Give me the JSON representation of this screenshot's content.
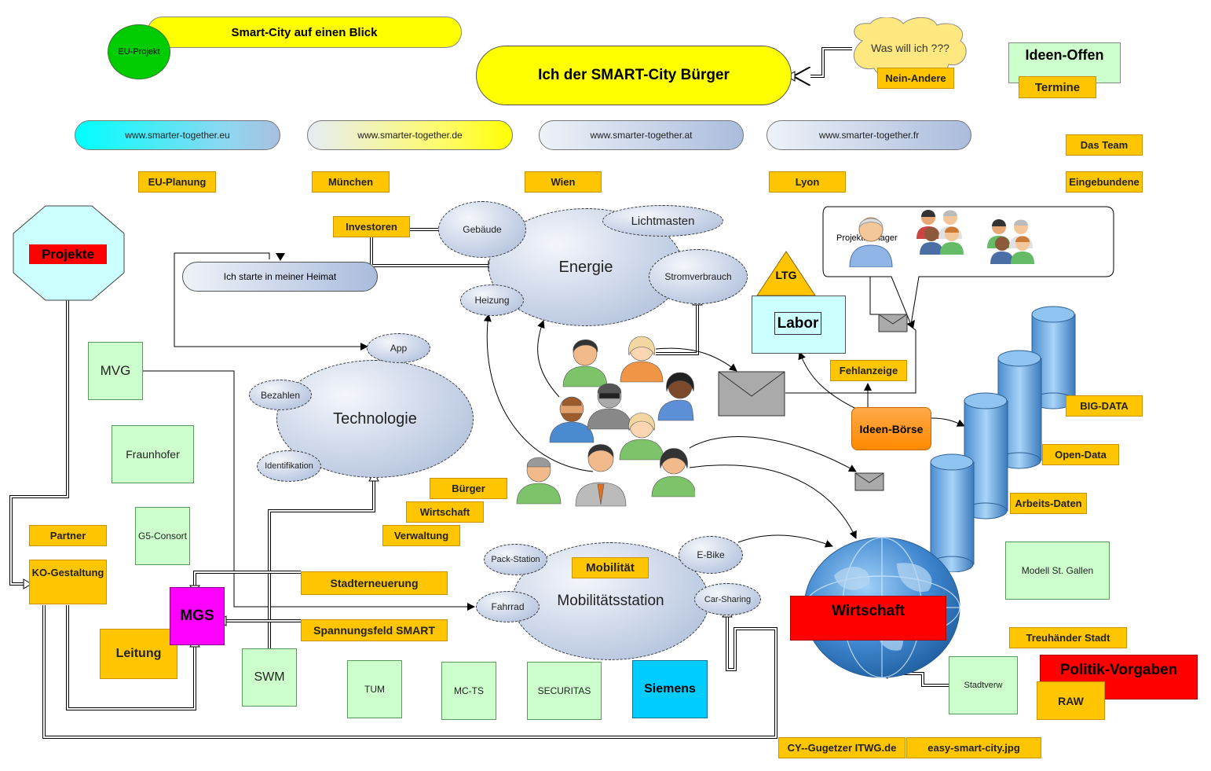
{
  "header": {
    "overview_title": "Smart-City auf einen Blick",
    "eu_project": "EU-Projekt",
    "main_title": "Ich der SMART-City Bürger",
    "cloud_question": "Was will ich ???",
    "cloud_option": "Nein-Andere",
    "ideas_open": "Ideen-Offen",
    "appointments": "Termine"
  },
  "sites": {
    "eu": "www.smarter-together.eu",
    "de": "www.smarter-together.de",
    "at": "www.smarter-together.at",
    "fr": "www.smarter-together.fr"
  },
  "cities": {
    "eu": "EU-Planung",
    "muenchen": "München",
    "wien": "Wien",
    "lyon": "Lyon"
  },
  "team": {
    "das_team": "Das Team",
    "eingebundene": "Eingebundene",
    "project_manager": "Projektmanager"
  },
  "energy": {
    "title": "Energie",
    "buildings": "Gebäude",
    "streetlights": "Lichtmasten",
    "consumption": "Stromverbrauch",
    "heating": "Heizung",
    "investors": "Investoren",
    "home": "Ich starte in meiner Heimat"
  },
  "labs": {
    "ltg": "LTG",
    "labor": "Labor",
    "fault_report": "Fehlanzeige",
    "idea_exchange": "Ideen-Börse"
  },
  "data": {
    "big": "BIG-DATA",
    "open": "Open-Data",
    "work": "Arbeits-Daten",
    "model": "Modell St. Gallen",
    "trustee": "Treuhänder Stadt"
  },
  "politics": {
    "policy": "Politik-Vorgaben",
    "raw": "RAW",
    "city_admin": "Stadtverw",
    "economy": "Wirtschaft"
  },
  "technology": {
    "title": "Technologie",
    "app": "App",
    "pay": "Bezahlen",
    "identification": "Identifikation"
  },
  "stakeholders": {
    "citizens": "Bürger",
    "economy": "Wirtschaft",
    "administration": "Verwaltung"
  },
  "left": {
    "projects": "Projekte",
    "mvg": "MVG",
    "fraunhofer": "Fraunhofer",
    "g5": "G5-Consort",
    "partner": "Partner",
    "ko": "KO-Gestaltung",
    "mgs": "MGS",
    "leitung": "Leitung",
    "swm": "SWM"
  },
  "middle": {
    "urban_renewal": "Stadterneuerung",
    "tension": "Spannungsfeld SMART"
  },
  "mobility": {
    "title": "Mobilitätsstation",
    "label": "Mobilität",
    "pack": "Pack-Station",
    "ebike": "E-Bike",
    "bike": "Fahrrad",
    "carsharing": "Car-Sharing"
  },
  "bottom": {
    "tum": "TUM",
    "mcts": "MC-TS",
    "securitas": "SECURITAS",
    "siemens": "Siemens",
    "credit": "CY--Gugetzer ITWG.de",
    "filename": "easy-smart-city.jpg"
  },
  "colors": {
    "orange": "#ffc600",
    "yellow": "#ffff00",
    "cyan": "#00ffff",
    "red": "#ff0000",
    "magenta": "#ff00ff",
    "green": "#00cc00",
    "lightgreen": "#ccffcc",
    "blue": "#00ccff"
  }
}
